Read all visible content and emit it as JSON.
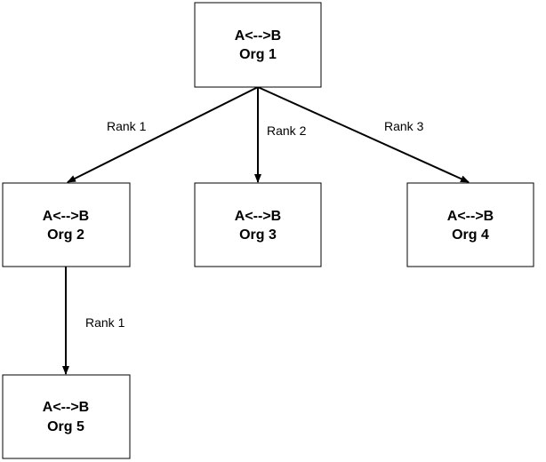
{
  "nodes": [
    {
      "id": "org1",
      "line1": "A<-->B",
      "line2": "Org 1"
    },
    {
      "id": "org2",
      "line1": "A<-->B",
      "line2": "Org 2"
    },
    {
      "id": "org3",
      "line1": "A<-->B",
      "line2": "Org 3"
    },
    {
      "id": "org4",
      "line1": "A<-->B",
      "line2": "Org 4"
    },
    {
      "id": "org5",
      "line1": "A<-->B",
      "line2": "Org 5"
    }
  ],
  "edges": [
    {
      "from": "org1",
      "to": "org2",
      "label": "Rank 1"
    },
    {
      "from": "org1",
      "to": "org3",
      "label": "Rank 2"
    },
    {
      "from": "org1",
      "to": "org4",
      "label": "Rank 3"
    },
    {
      "from": "org2",
      "to": "org5",
      "label": "Rank 1"
    }
  ]
}
